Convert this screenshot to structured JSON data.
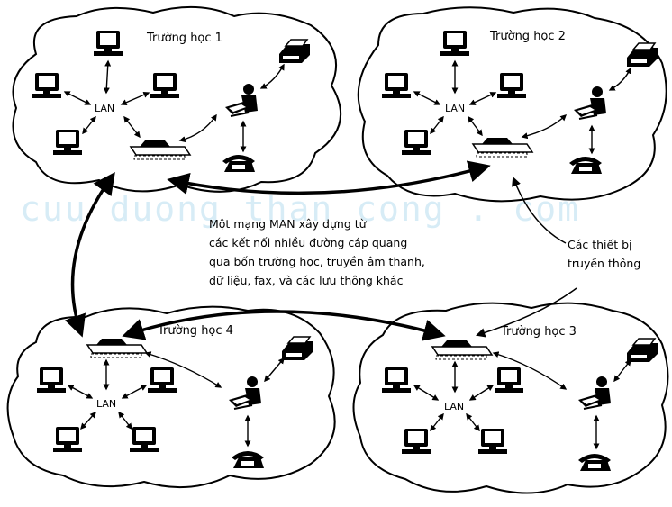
{
  "watermark": "cuu duong than cong . com",
  "schools": [
    {
      "title": "Trường học 1",
      "lan": "LAN"
    },
    {
      "title": "Trường học 2",
      "lan": "LAN"
    },
    {
      "title": "Trường học 3",
      "lan": "LAN"
    },
    {
      "title": "Trường học 4",
      "lan": "LAN"
    }
  ],
  "man_caption": [
    "Một mạng MAN xây dựng từ",
    "các kết nối nhiều đường cáp quang",
    "qua bốn trường học, truyền âm thanh,",
    "dữ liệu, fax, và các lưu thông khác"
  ],
  "device_caption": [
    "Các thiết bị",
    "truyền thông"
  ]
}
